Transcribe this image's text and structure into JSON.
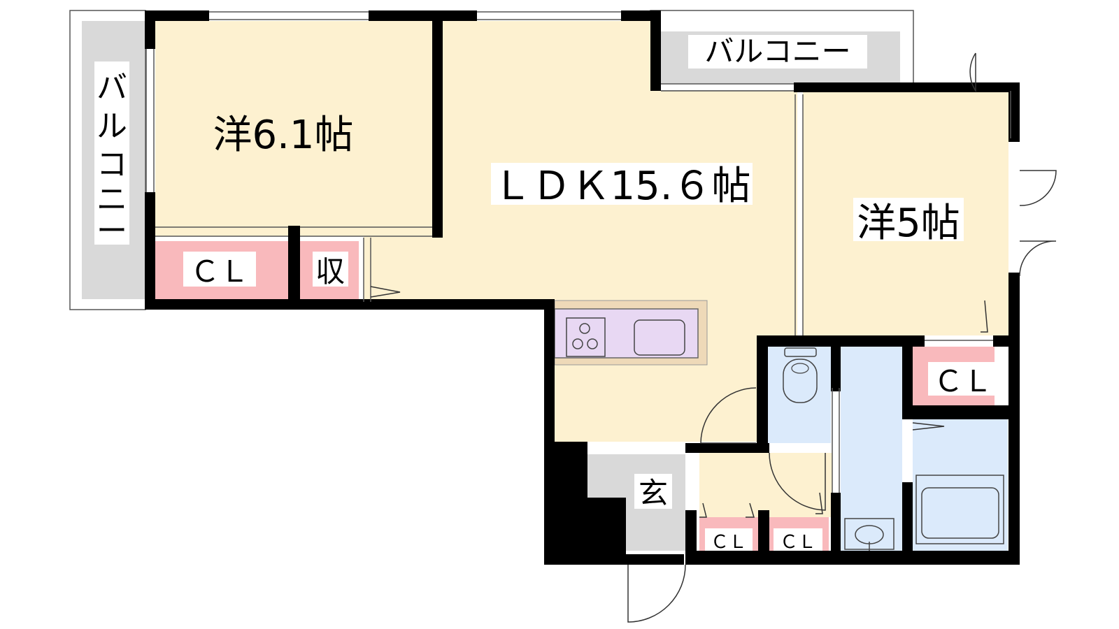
{
  "floor_plan": {
    "rooms": {
      "western_room_1": "洋6.1帖",
      "ldk": "ＬＤＫ15.６帖",
      "western_room_2": "洋5帖",
      "closet_1": "ＣＬ",
      "storage": "収",
      "closet_2": "ＣＬ",
      "entrance": "玄",
      "closet_3": "ＣＬ",
      "closet_4": "ＣＬ"
    },
    "balconies": {
      "west": "バルコニー",
      "north": "バルコニー"
    },
    "colors": {
      "room_fill": "#fdf1d0",
      "closet_fill": "#f9b9bc",
      "wet_area_fill": "#dbeafb",
      "balcony_fill": "#d9d9d9",
      "entrance_fill": "#d9d9d9",
      "kitchen_fill": "#e8d8f3",
      "kitchen_counter": "#eed9b8",
      "wall": "#000000"
    }
  }
}
